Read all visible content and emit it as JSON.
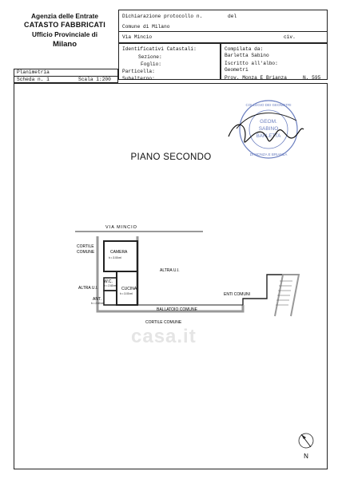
{
  "header": {
    "agency": "Agenzia delle Entrate",
    "catasto": "CATASTO FABBRICATI",
    "office": "Ufficio Provinciale di",
    "city": "Milano"
  },
  "declaration": {
    "protocol_label": "Dichiarazione protocollo n.",
    "del_label": "del",
    "comune_label": "Comune di Milano",
    "street": "Via Mincio",
    "civ_label": "civ."
  },
  "identifiers": {
    "title": "Identificativi Catastali:",
    "sezione": "Sezione:",
    "foglio": "Foglio:",
    "particella": "Particella:",
    "subalterno": "Subalterno:"
  },
  "compiled": {
    "label": "Compilata da:",
    "name": "Barletta Sabino",
    "register_label": "Iscritto all'albo:",
    "register": "Geometri",
    "province": "Prov. Monza E Brianza",
    "number": "N. 595"
  },
  "sheet": {
    "title": "Planimetria",
    "scheda": "Scheda n. 1",
    "scala": "Scala 1:200"
  },
  "stamp": {
    "line1": "GEOM.",
    "line2": "SABINO",
    "line3": "BARLETTA",
    "ring_top": "COLLEGIO DEI GEOMETRI",
    "ring_bottom": "DI MONZA E BRIANZA"
  },
  "plan": {
    "title": "PIANO SECONDO",
    "street": "VIA MINCIO",
    "cortile_comune_1": "CORTILE",
    "cortile_comune_2": "COMUNE",
    "camera": "CAMERA",
    "camera_h": "h = 3.00 ml",
    "altra_ui_right": "ALTRA U.I.",
    "altra_ui_left": "ALTRA U.I.",
    "wc": "W.C.",
    "wc_h": "h = 2.60 ml",
    "cucina": "CUCINA",
    "cucina_h": "h = 3.00 ml",
    "ant": "ANT.",
    "ant_h": "h = 2.60 ml",
    "enti_comuni": "ENTI COMUNI",
    "ballatoio": "BALLATOIO COMUNE",
    "cortile_comune": "CORTILE COMUNE",
    "north": "N"
  },
  "watermark": "casa.it"
}
